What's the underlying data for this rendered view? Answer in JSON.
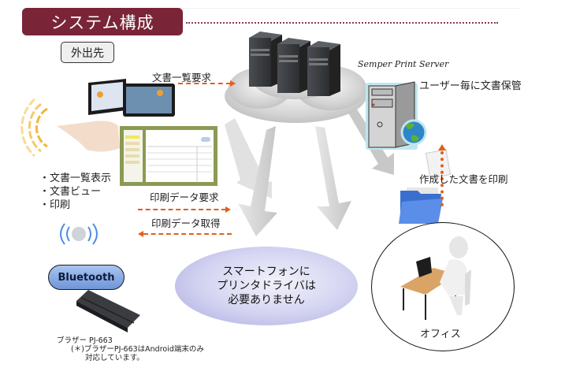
{
  "header": {
    "title": "システム構成",
    "title_bg_color": "#7a2438"
  },
  "mobile_section": {
    "badge": "外出先",
    "features": [
      "文書一覧表示",
      "文書ビュー",
      "印刷"
    ]
  },
  "flows": {
    "doc_list_request": "文書一覧要求",
    "print_data_request": "印刷データ要求",
    "print_data_fetch": "印刷データ取得",
    "arrow_color": "#e0601c"
  },
  "server": {
    "name": "Semper Print Server",
    "description": "ユーザー毎に文書保管"
  },
  "office_section": {
    "print_label": "作成した文書を印刷",
    "label": "オフィス"
  },
  "bluetooth": {
    "label": "Bluetooth"
  },
  "note": {
    "lines": [
      "スマートフォンに",
      "プリンタドライバは",
      "必要ありません"
    ]
  },
  "printer": {
    "name": "ブラザー PJ-663",
    "note_line1": "(＊)ブラザーPJ-663はAndroid端末のみ",
    "note_line2": "対応しています。"
  },
  "icons": [
    "server-cluster-icon",
    "cloud-icon",
    "tablet-icon",
    "touch-hand-icon",
    "app-screen-icon",
    "pc-tower-globe-icon",
    "folder-documents-icon",
    "office-worker-icon",
    "wireless-signal-icon",
    "mobile-printer-icon",
    "download-arrow-icon"
  ]
}
